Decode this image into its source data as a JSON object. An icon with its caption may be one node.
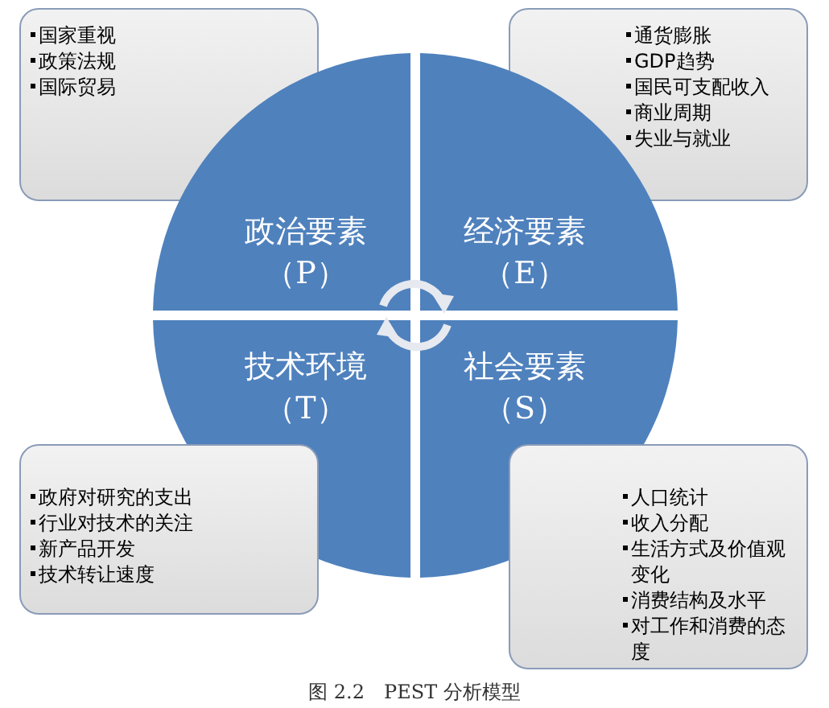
{
  "diagram": {
    "caption": "图 2.2　PEST 分析模型",
    "nodes": [
      {
        "text": [
          "国家重视",
          "政策法规",
          "国际贸易"
        ]
      },
      {
        "text": [
          "通货膨胀",
          "GDP趋势",
          "国民可支配收入",
          "商业周期",
          "失业与就业"
        ]
      },
      {
        "text": [
          "政治要素",
          "（P）"
        ]
      },
      {
        "text": [
          "经济要素",
          "（E）"
        ]
      },
      {
        "text": [
          "技术环境",
          "（T）"
        ]
      },
      {
        "text": [
          "社会要素",
          "（S）"
        ]
      },
      {
        "text": [
          "政府对研究的支出",
          "行业对技术的关注",
          "新产品开发",
          "技术转让速度"
        ]
      },
      {
        "text": [
          "人口统计",
          "收入分配",
          "生活方式及价值观变化",
          "消费结构及水平",
          "对工作和消费的态度"
        ]
      }
    ]
  }
}
